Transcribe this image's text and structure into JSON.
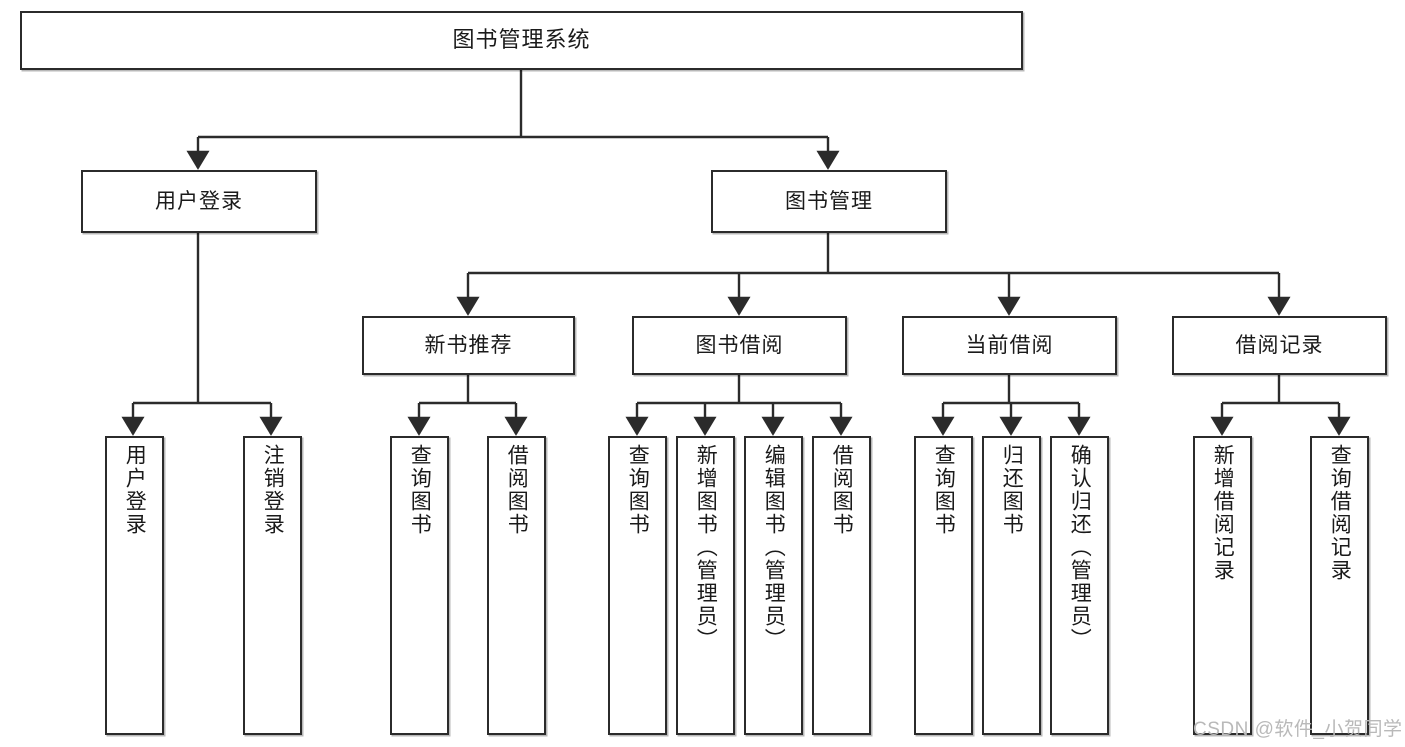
{
  "diagram": {
    "title": "图书管理系统",
    "type": "hierarchy-tree",
    "watermark": "CSDN @软件_小贺同学",
    "colors": {
      "box_border": "#2b2b2b",
      "box_fill": "#ffffff",
      "line": "#2b2b2b",
      "text": "#1a1a1a",
      "watermark": "#b9b9b9",
      "background": "#ffffff"
    },
    "root": {
      "label": "图书管理系统"
    },
    "level2": [
      {
        "id": "user-login",
        "label": "用户登录"
      },
      {
        "id": "book-manage",
        "label": "图书管理"
      }
    ],
    "level3": [
      {
        "id": "new-book-recommend",
        "label": "新书推荐"
      },
      {
        "id": "book-borrow",
        "label": "图书借阅"
      },
      {
        "id": "current-borrow",
        "label": "当前借阅"
      },
      {
        "id": "borrow-record",
        "label": "借阅记录"
      }
    ],
    "leaves": {
      "user-login": [
        {
          "id": "leaf-user-login",
          "label": "用户登录"
        },
        {
          "id": "leaf-logout",
          "label": "注销登录"
        }
      ],
      "new-book-recommend": [
        {
          "id": "leaf-query-book-1",
          "label": "查询图书"
        },
        {
          "id": "leaf-borrow-book-1",
          "label": "借阅图书"
        }
      ],
      "book-borrow": [
        {
          "id": "leaf-query-book-2",
          "label": "查询图书"
        },
        {
          "id": "leaf-add-book",
          "label": "新增图书（管理员）"
        },
        {
          "id": "leaf-edit-book",
          "label": "编辑图书（管理员）"
        },
        {
          "id": "leaf-borrow-book-2",
          "label": "借阅图书"
        }
      ],
      "current-borrow": [
        {
          "id": "leaf-query-book-3",
          "label": "查询图书"
        },
        {
          "id": "leaf-return-book",
          "label": "归还图书"
        },
        {
          "id": "leaf-confirm-return",
          "label": "确认归还（管理员）"
        }
      ],
      "borrow-record": [
        {
          "id": "leaf-add-record",
          "label": "新增借阅记录"
        },
        {
          "id": "leaf-query-record",
          "label": "查询借阅记录"
        }
      ]
    }
  }
}
